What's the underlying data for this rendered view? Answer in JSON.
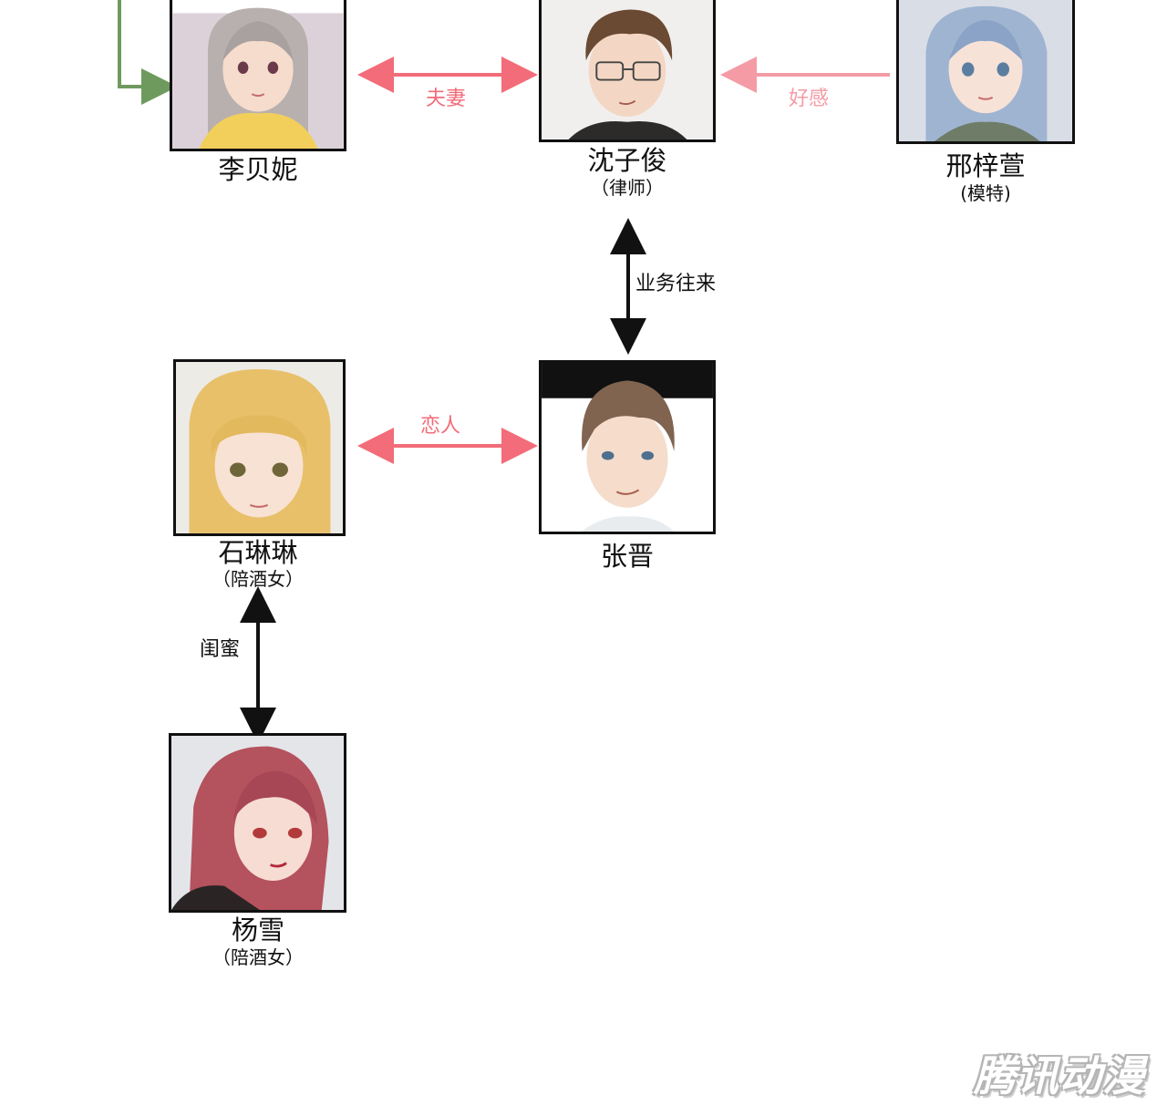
{
  "characters": {
    "li_beini": {
      "name": "李贝妮",
      "role": ""
    },
    "shen_zijun": {
      "name": "沈子俊",
      "role": "（律师）"
    },
    "xing_zixuan": {
      "name": "邢梓萱",
      "role": "(模特)"
    },
    "zhang_jin": {
      "name": "张晋",
      "role": ""
    },
    "shi_linlin": {
      "name": "石琳琳",
      "role": "（陪酒女）"
    },
    "yang_xue": {
      "name": "杨雪",
      "role": "（陪酒女）"
    }
  },
  "relations": {
    "li_shen": "夫妻",
    "xing_shen": "好感",
    "shen_zhang": "业务往来",
    "shi_zhang": "恋人",
    "shi_yang": "闺蜜"
  },
  "colors": {
    "couple_arrow": "#f26c79",
    "crush_arrow": "#f49ba6",
    "neutral_arrow": "#111111",
    "connector": "#6f9a5e"
  },
  "watermark": "腾讯动漫"
}
